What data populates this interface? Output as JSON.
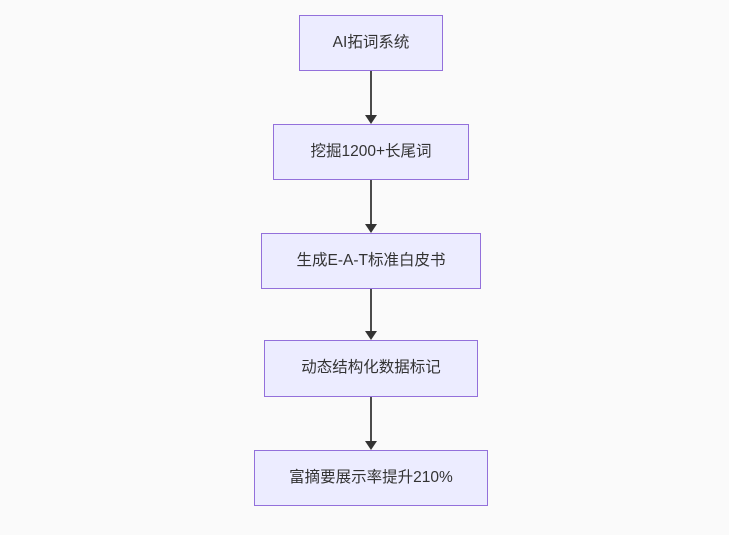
{
  "diagram": {
    "type": "flowchart",
    "direction": "top-down",
    "nodes": [
      {
        "id": "ai-keyword-system",
        "label": "AI拓词系统"
      },
      {
        "id": "mine-longtail-keywords",
        "label": "挖掘1200+长尾词"
      },
      {
        "id": "generate-eat-whitepaper",
        "label": "生成E-A-T标准白皮书"
      },
      {
        "id": "dynamic-structured-data",
        "label": "动态结构化数据标记"
      },
      {
        "id": "rich-snippet-uplift",
        "label": "富摘要展示率提升210%"
      }
    ],
    "edges": [
      {
        "from": "ai-keyword-system",
        "to": "mine-longtail-keywords"
      },
      {
        "from": "mine-longtail-keywords",
        "to": "generate-eat-whitepaper"
      },
      {
        "from": "generate-eat-whitepaper",
        "to": "dynamic-structured-data"
      },
      {
        "from": "dynamic-structured-data",
        "to": "rich-snippet-uplift"
      }
    ],
    "colors": {
      "node_fill": "#ececff",
      "node_border": "#9370db",
      "text": "#333333",
      "arrow": "#333333",
      "background": "#fafafa"
    }
  }
}
